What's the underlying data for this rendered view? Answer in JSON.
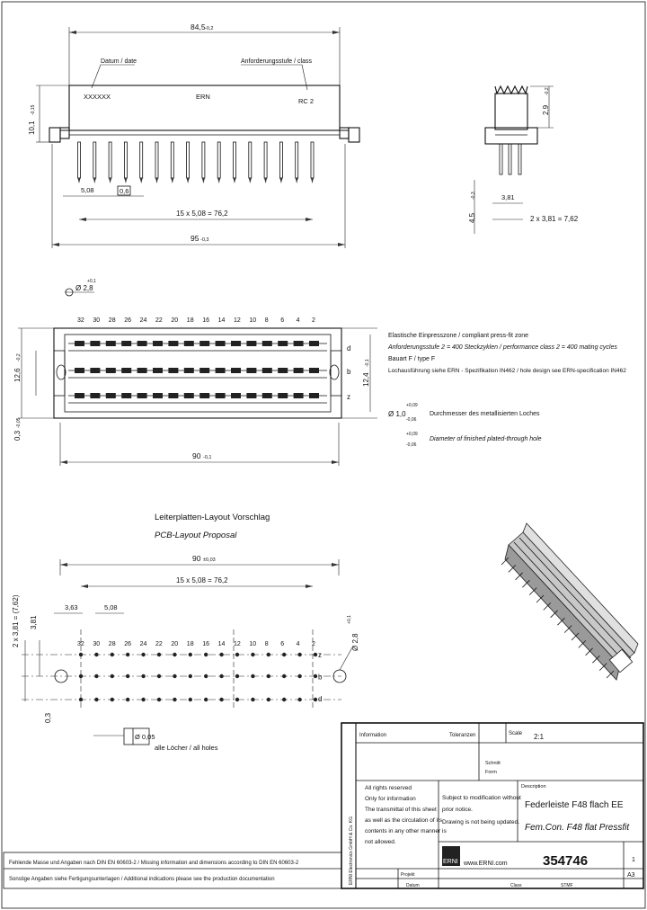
{
  "front_view": {
    "width_dim": "84,5",
    "width_tol": "-0,2",
    "datum_label": "Datum / date",
    "class_label": "Anforderungsstufe / class",
    "datecode": "XXXXXX",
    "brand": "ERN",
    "class_value": "RC 2",
    "height_dim": "10,1",
    "height_tol": "-0,15",
    "pitch_small": "5,08",
    "pin_dim": "0,6",
    "pitch_total": "15 x 5,08 = 76,2",
    "overall_dim": "95",
    "overall_tol": "-0,3"
  },
  "side_view": {
    "top_dim": "2,9",
    "top_tol": "-0,2",
    "press_dim": "4,5",
    "press_tol": "-0,3",
    "pitch": "3,81",
    "pitch_total": "2 x 3,81 = 7,62"
  },
  "top_view": {
    "hole_dim": "Ø 2,8",
    "hole_tol": "+0,1",
    "col_numbers": [
      "32",
      "30",
      "28",
      "26",
      "24",
      "22",
      "20",
      "18",
      "16",
      "14",
      "12",
      "10",
      "8",
      "6",
      "4",
      "2"
    ],
    "row_letters": [
      "d",
      "b",
      "z"
    ],
    "left_dim": "12,6",
    "left_tol": "-0,2",
    "right_dim": "12,4",
    "right_tol": "-0,1",
    "bottom_left_dim": "0,3",
    "bottom_left_tol": "-0,05",
    "width_dim": "90",
    "width_tol": "-0,1",
    "row_labels": [
      "d",
      "b",
      "z"
    ]
  },
  "notes": {
    "line1": "Elastische Einpresszone / compliant press-fit zone",
    "line2": "Anforderungsstufe 2 = 400 Steckzyklen / performance class 2 = 400 mating cycles",
    "line3": "Bauart F / type F",
    "line4": "Lochausführung siehe ERN - Spezifikation IN462 / hole design see ERN-specification IN462",
    "hole_symbol": "Ø 1,0",
    "hole_plus": "+0,09",
    "hole_minus": "-0,06",
    "hole_de": "Durchmesser des metallisierten Loches",
    "hole_plus2": "+0,09",
    "hole_minus2": "-0,06",
    "hole_en": "Diameter of finished plated-through hole"
  },
  "layout_proposal": {
    "title_de": "Leiterplatten-Layout Vorschlag",
    "title_en": "PCB-Layout Proposal",
    "width_dim": "90",
    "width_tol": "±0,03",
    "pitch_total": "15 x 5,08 = 76,2",
    "edge_dim": "3,63",
    "pitch": "5,08",
    "col_numbers": [
      "32",
      "30",
      "28",
      "26",
      "24",
      "22",
      "20",
      "18",
      "16",
      "14",
      "12",
      "10",
      "8",
      "6",
      "4",
      "2"
    ],
    "row_letters": [
      "z",
      "b",
      "d"
    ],
    "vert_dim": "2 x 3,81 = (7,62)",
    "vert_single": "3,81",
    "hole_dim": "Ø 2,8",
    "hole_tol": "+0,1",
    "bottom_dim": "0,3",
    "tolerance_box": "Ø 0,05",
    "all_holes": "alle Löcher / all holes"
  },
  "title_block": {
    "info_label": "Information",
    "tol_label": "Toleranzen",
    "scale_label": "Scale",
    "scale_value": "2:1",
    "projection": "Schnitt",
    "material": "Form",
    "rights_de_1": "All rights reserved",
    "rights_de_2": "Only for information",
    "rights_de_3": "The transmittal of this sheet",
    "rights_de_4": "as well as the circulation of its",
    "rights_de_5": "contents in any other manner is",
    "rights_de_6": "not allowed.",
    "subject_1": "Subject to modification without",
    "subject_2": "prior notice.",
    "drawing_1": "Drawing is not being updated.",
    "description_label": "Description",
    "desc_de": "Federleiste F48 flach EE",
    "desc_en": "Fem.Con. F48 flat Pressfit",
    "web": "www.ERNI.com",
    "part_number": "354746",
    "sheet_no": "1",
    "size": "A3",
    "project": "Projekt",
    "date_label": "Datum",
    "class_label": "Class",
    "std_label": "STMF",
    "footer_de": "Fehlende Masse und Angaben nach DIN EN 60603-2 / Missing information and dimensions according to DIN EN 60603-2",
    "footer_de2": "Sonstige Angaben siehe Fertigungsunterlagen / Additional indications please see the production documentation",
    "side_text": "ERNI Electronics GmbH & Co. KG"
  }
}
